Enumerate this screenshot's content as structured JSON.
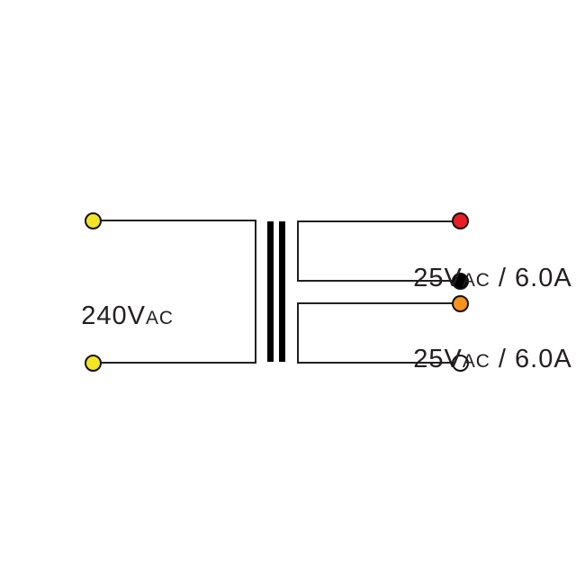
{
  "diagram": {
    "type": "transformer-wiring-schematic",
    "background": "#ffffff",
    "wire_color": "#231f20",
    "core_color": "#000000",
    "text_color": "#231f20",
    "primary": {
      "label_main": "240V",
      "label_sub": "AC",
      "terminals": {
        "top": {
          "name": "yellow-terminal",
          "color": "#f3e524"
        },
        "bottom": {
          "name": "yellow-terminal",
          "color": "#f3e524"
        }
      }
    },
    "secondaries": [
      {
        "label_main": "25V",
        "label_sub": "AC",
        "label_rest": " / 6.0A",
        "terminals": {
          "top": {
            "name": "red-terminal",
            "color": "#ed1c24"
          },
          "bottom": {
            "name": "black-terminal",
            "color": "#000000"
          }
        }
      },
      {
        "label_main": "25V",
        "label_sub": "AC",
        "label_rest": " / 6.0A",
        "terminals": {
          "top": {
            "name": "orange-terminal",
            "color": "#f7941d"
          },
          "bottom": {
            "name": "white-terminal",
            "color": "#ffffff"
          }
        }
      }
    ]
  }
}
